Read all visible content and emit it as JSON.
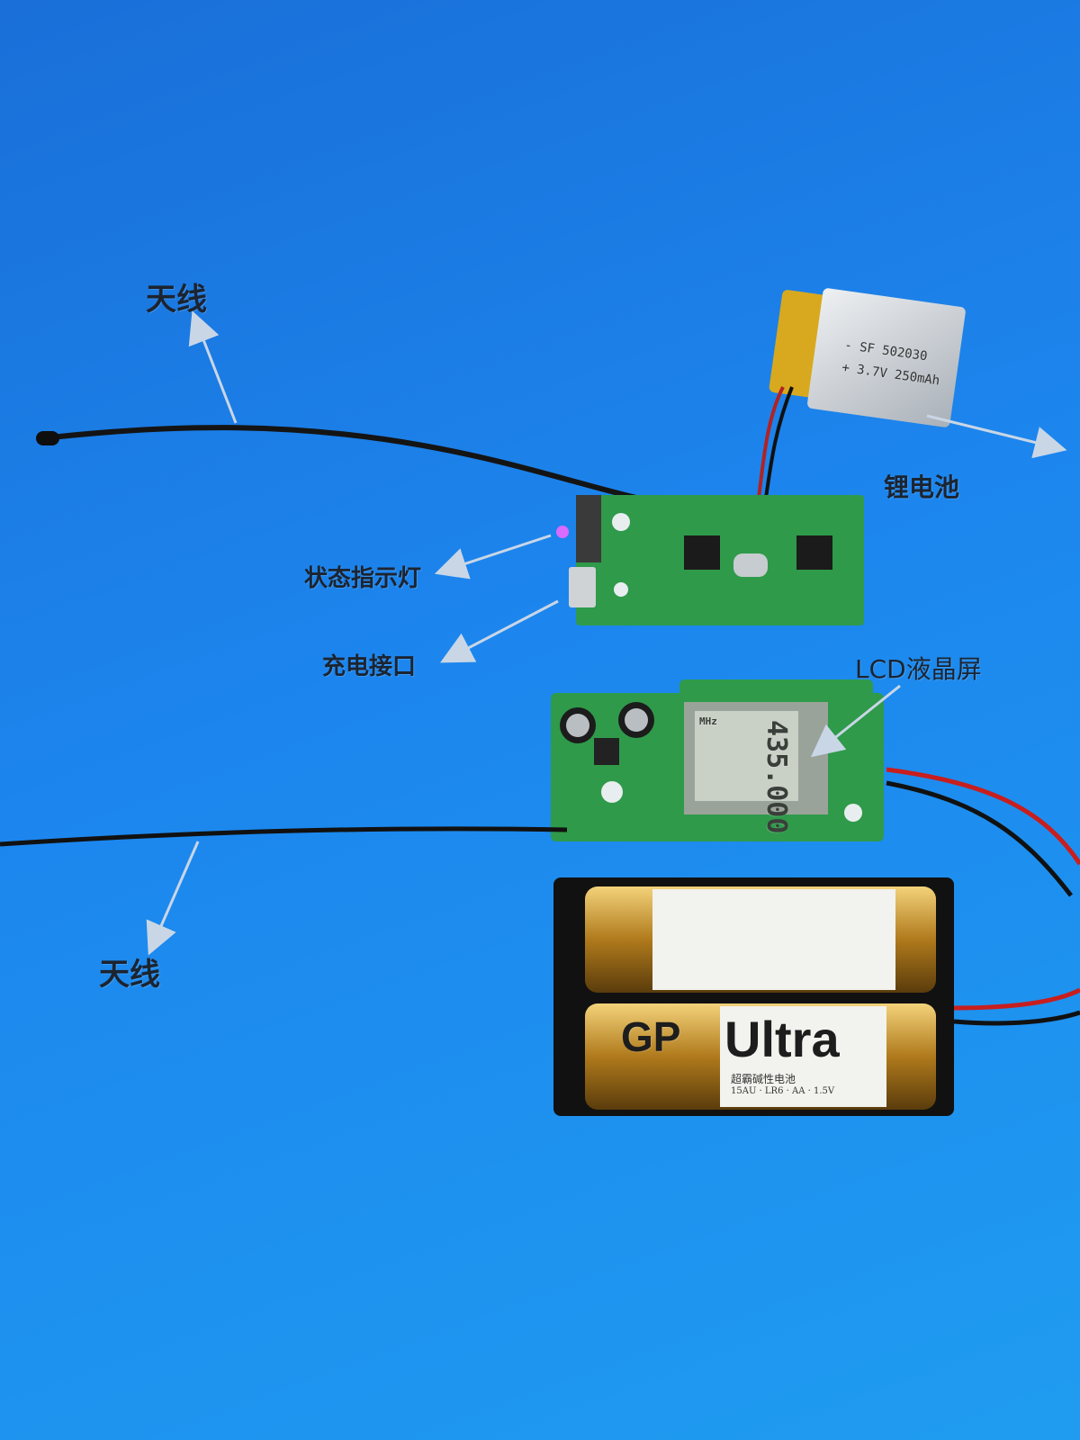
{
  "labels": {
    "antenna_top": "天线",
    "antenna_bottom": "天线",
    "lithium_battery": "锂电池",
    "status_light": "状态指示灯",
    "charge_port": "充电接口",
    "lcd_screen": "LCD液晶屏"
  },
  "lipo_battery": {
    "line1": "- SF   502030",
    "line2": "+ 3.7V 250mAh"
  },
  "lcd": {
    "reading": "435.000",
    "unit": "MHz"
  },
  "aa_battery": {
    "brand": "GP",
    "model": "Ultra",
    "subtitle": "超霸碱性电池",
    "spec": "15AU · LR6 · AA · 1.5V"
  },
  "colors": {
    "background": "#1c86ee",
    "pcb": "#2f9a4a",
    "label_text": "#1c2430",
    "arrow": "#c9d6e6"
  }
}
